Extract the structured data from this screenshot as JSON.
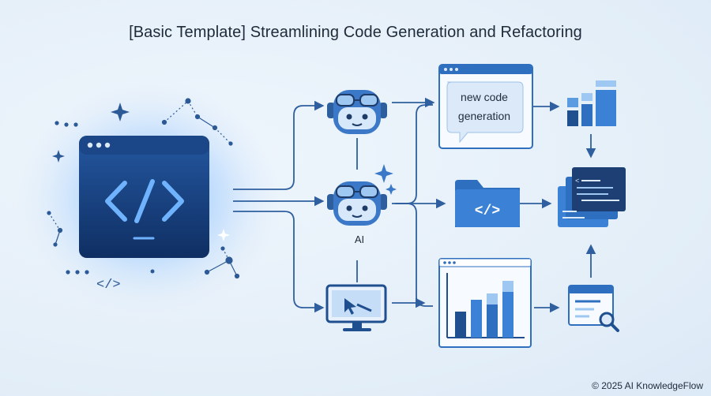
{
  "diagram": {
    "title": "[Basic Template] Streamlining Code Generation and Refactoring",
    "ai_label": "AI",
    "bubble_line1": "new code",
    "bubble_line2": "generation",
    "footer": "© 2025 AI KnowledgeFlow"
  },
  "icons": {
    "main_editor": "code-editor-icon",
    "robot_top": "robot-assistant-icon",
    "robot_mid": "robot-assistant-icon",
    "monitor": "monitor-cursor-icon",
    "speech_window": "speech-bubble-window-icon",
    "folder": "code-folder-icon",
    "chart_window": "bar-chart-window-icon",
    "bars": "bar-chart-icon",
    "code_stack": "code-files-stack-icon",
    "search_doc": "document-search-icon"
  },
  "colors": {
    "primary": "#2f6fbf",
    "dark": "#143a72",
    "light": "#5b9be0",
    "line": "#3a6fb0"
  }
}
